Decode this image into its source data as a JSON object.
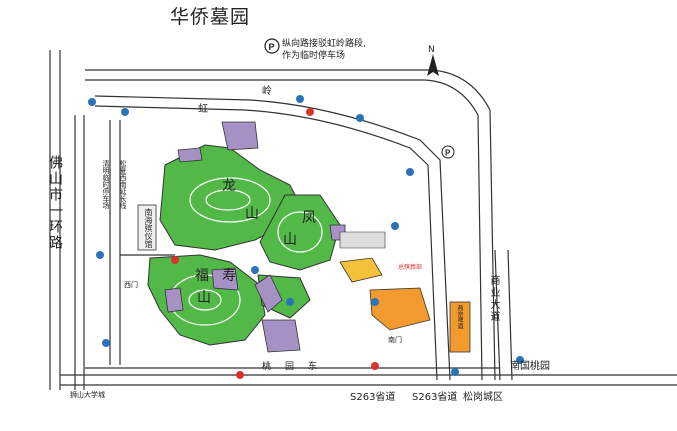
{
  "title": "华侨墓园",
  "parking_note": {
    "icon": "parking-sign-icon",
    "line1": "纵向路接驳虹岭路段,",
    "line2": "作为临时停车场"
  },
  "compass": {
    "icon": "north-arrow-icon",
    "label": "N"
  },
  "roads": {
    "foshan_ring": "佛山市一环路",
    "hongling": "虹岭路",
    "shangye": "商业大道",
    "nanguo_taoyuan_road": "南国桃园",
    "taoyuan_east": "桃园东",
    "s263_left": "S263省道",
    "s263_right": "S263省道",
    "songgang": "松岗城区",
    "shishan_university": "狮山大学城",
    "qingming_temp_parking": "清明临时停车场",
    "songze_extension": "松夏西南延长线"
  },
  "areas": {
    "longshan": "龙山",
    "fengshan": "凤山",
    "fushou": "福寿山",
    "nanhai_funeral": "南海殡仪馆",
    "west_gate": "西门",
    "south_gate": "南门",
    "guichang": "总殡葬部",
    "yandong": "燕京啤酒"
  },
  "colors": {
    "green": "#52b848",
    "green_dark": "#2f8f2f",
    "purple": "#a691c4",
    "orange": "#f29a2e",
    "road": "#ffffff",
    "road_edge": "#333333",
    "blue_marker": "#2a73b8",
    "red_marker": "#d8322c"
  }
}
